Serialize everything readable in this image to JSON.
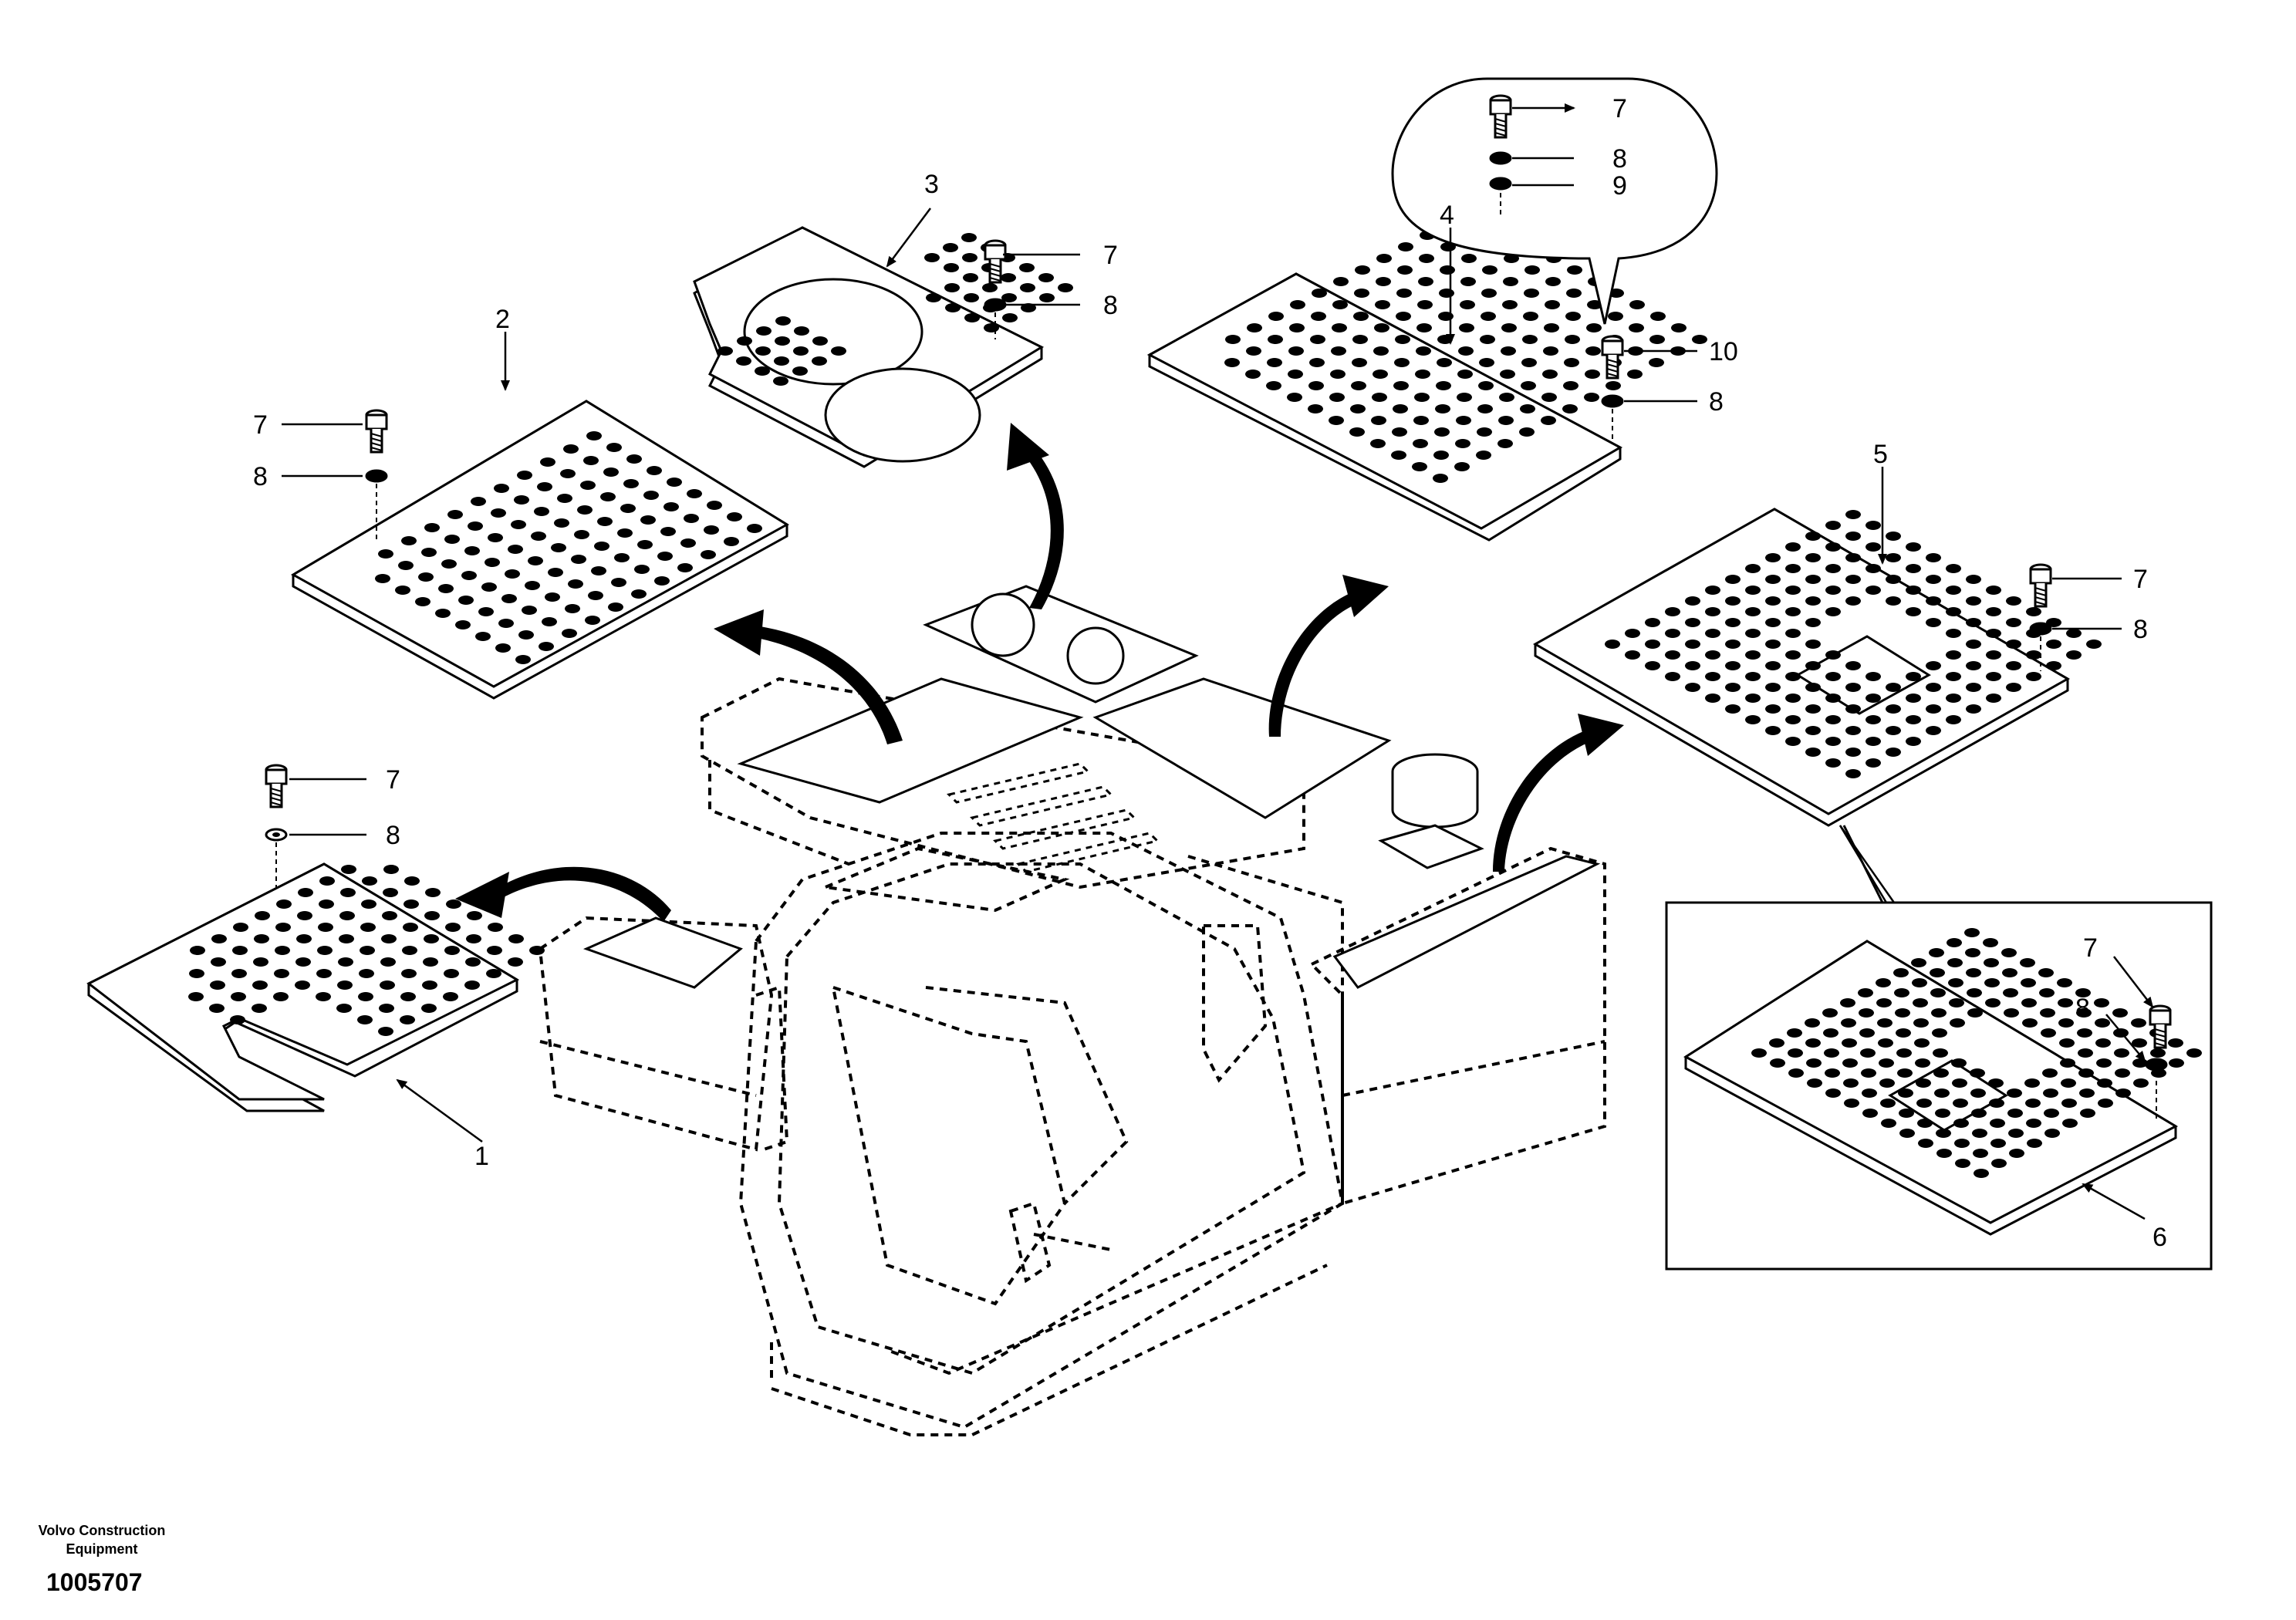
{
  "callouts": {
    "c1": "1",
    "c2": "2",
    "c3": "3",
    "c4": "4",
    "c5": "5",
    "c6": "6",
    "c7": "7",
    "c8": "8",
    "c9": "9",
    "c10": "10"
  },
  "footer": {
    "company_line1": "Volvo Construction",
    "company_line2": "Equipment",
    "doc_number": "1005707"
  }
}
